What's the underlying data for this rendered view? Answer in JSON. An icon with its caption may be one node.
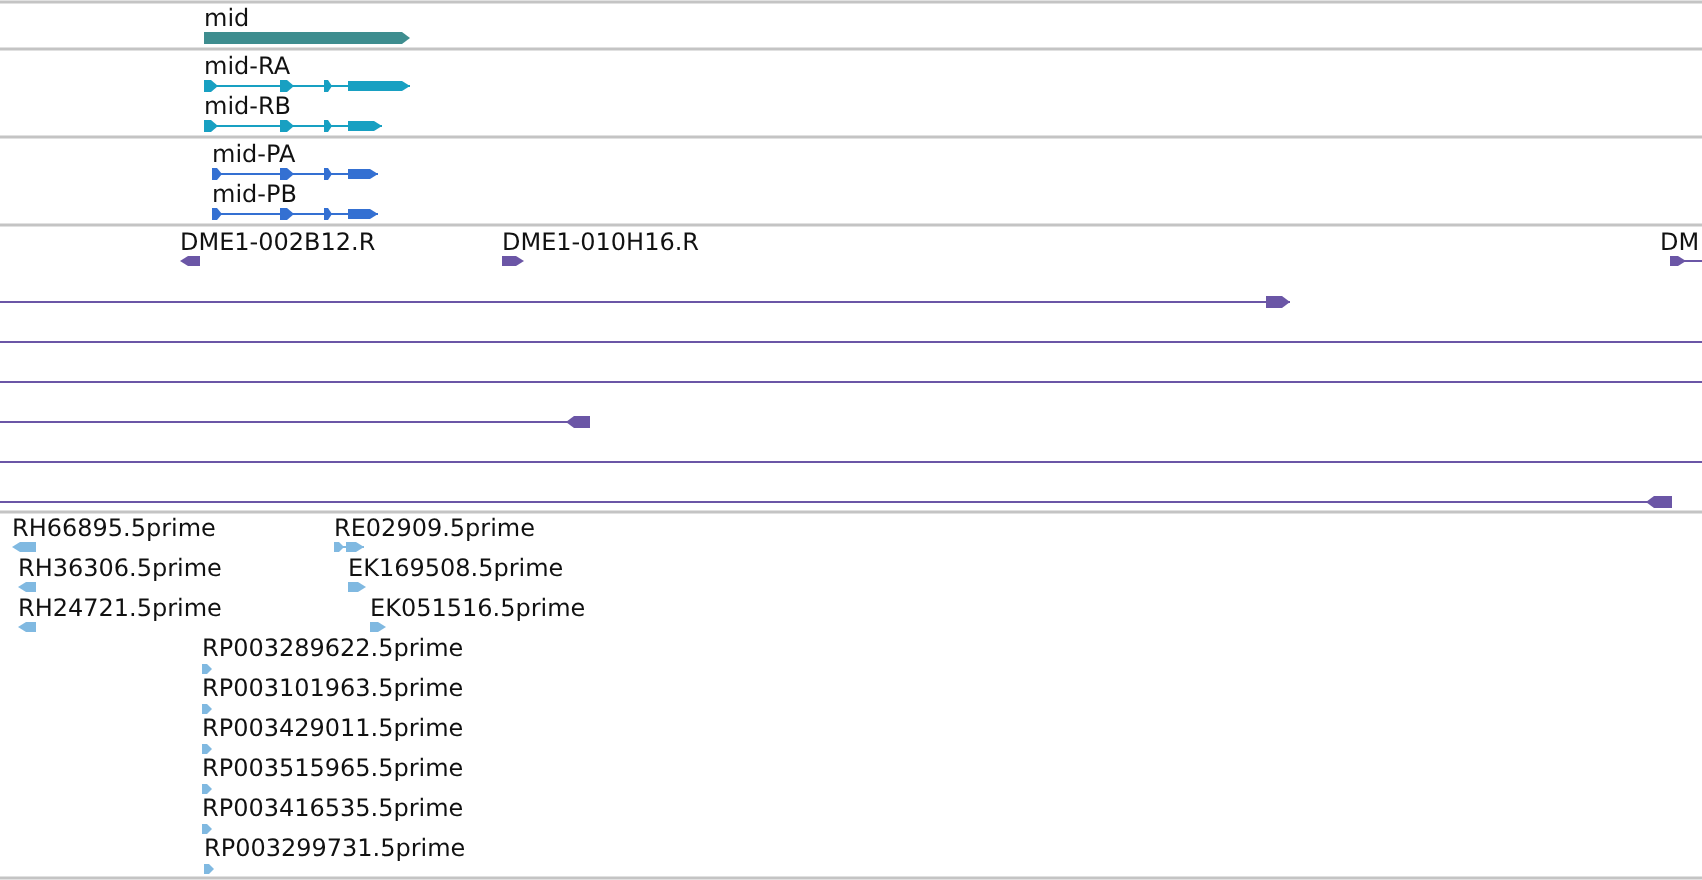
{
  "diagram": {
    "nodes": [
      {
        "text": [
          "mid"
        ]
      },
      {
        "text": [
          "mid-RA"
        ]
      },
      {
        "text": [
          "mid-RB"
        ]
      },
      {
        "text": [
          "mid-PA"
        ]
      },
      {
        "text": [
          "mid-PB"
        ]
      },
      {
        "text": [
          "DME1-002B12.R"
        ]
      },
      {
        "text": [
          "DME1-010H16.R"
        ]
      },
      {
        "text": [
          "DM"
        ]
      },
      {
        "text": [],
        "shape": "bar"
      },
      {
        "text": [],
        "shape": "bar"
      },
      {
        "text": [],
        "shape": "bar"
      },
      {
        "text": [],
        "shape": "bar"
      },
      {
        "text": [],
        "shape": "bar"
      },
      {
        "text": [],
        "shape": "bar"
      },
      {
        "text": [
          "RH66895.5prime"
        ]
      },
      {
        "text": [
          "RE02909.5prime"
        ]
      },
      {
        "text": [
          "RH36306.5prime"
        ]
      },
      {
        "text": [
          "EK169508.5prime"
        ]
      },
      {
        "text": [
          "RH24721.5prime"
        ]
      },
      {
        "text": [
          "EK051516.5prime"
        ]
      },
      {
        "text": [
          "RP003289622.5prime"
        ]
      },
      {
        "text": [
          "RP003101963.5prime"
        ]
      },
      {
        "text": [
          "RP003429011.5prime"
        ]
      },
      {
        "text": [
          "RP003515965.5prime"
        ]
      },
      {
        "text": [
          "RP003416535.5prime"
        ]
      },
      {
        "text": [
          "RP003299731.5prime"
        ]
      }
    ]
  }
}
